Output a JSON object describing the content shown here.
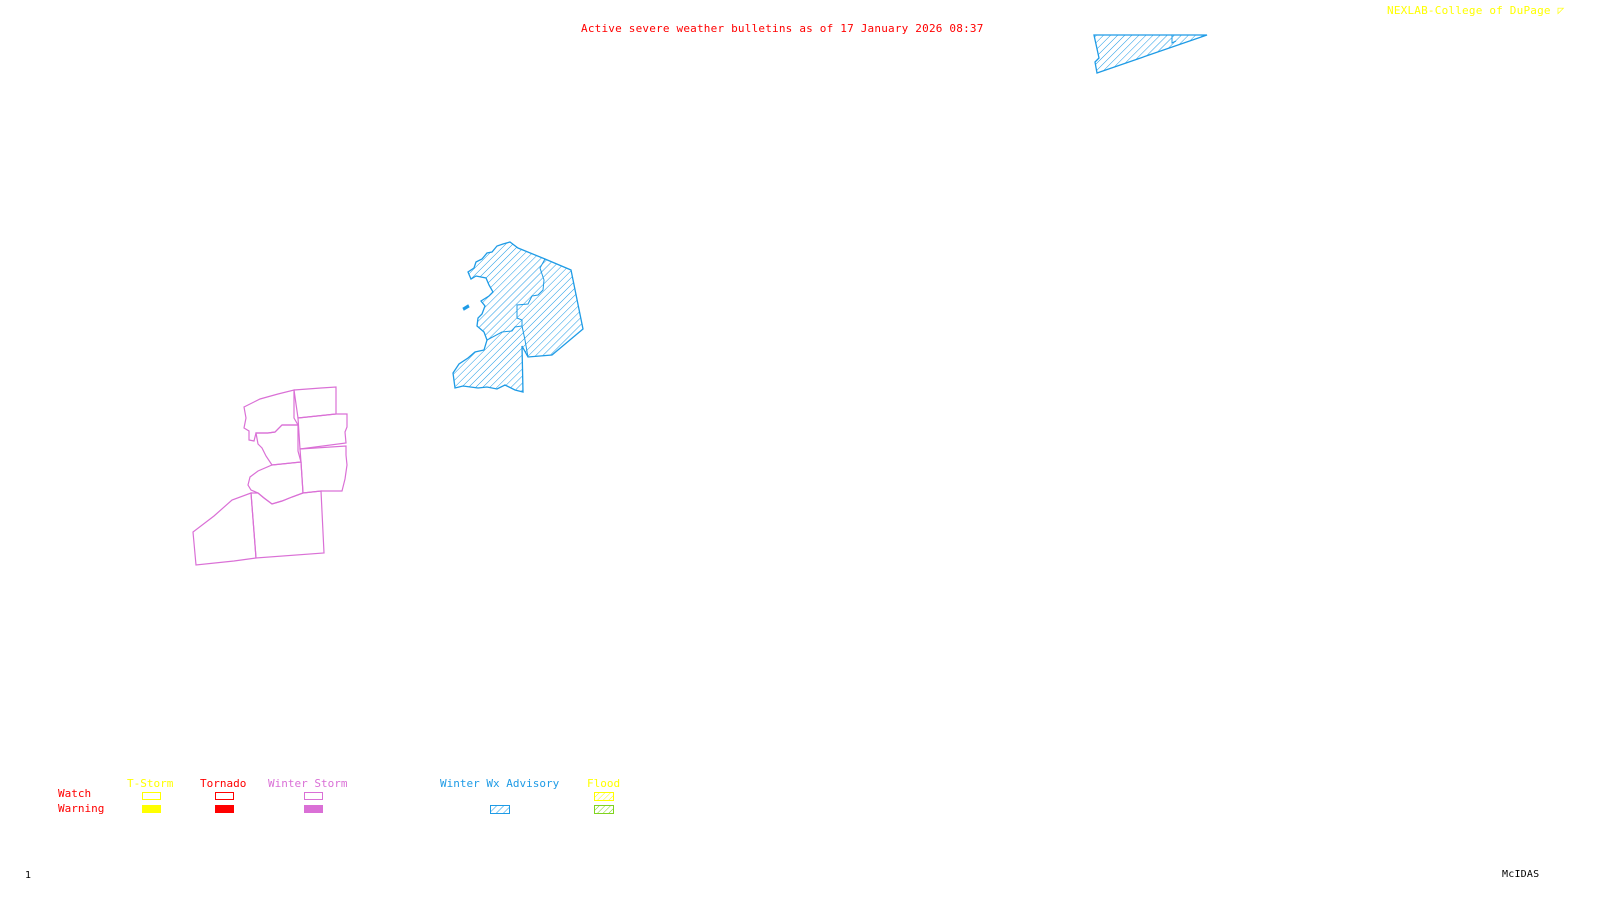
{
  "header": {
    "title": "Active severe weather bulletins as of 17 January 2026 08:37",
    "credit": "NEXLAB-College of DuPage",
    "credit_icon": "corner-logo-icon"
  },
  "footer": {
    "frame_number": "1",
    "software": "McIDAS"
  },
  "colors": {
    "title": "#ff0000",
    "credit": "#ffff00",
    "tstorm": "#ffff00",
    "tornado": "#ff0000",
    "winter_storm": "#da70d6",
    "winter_wx_advisory": "#1e9be6",
    "flood_watch": "#ffff00",
    "flood_warning": "#7fd41e"
  },
  "legend": {
    "row_labels": {
      "watch": "Watch",
      "warning": "Warning"
    },
    "categories": [
      {
        "key": "tstorm",
        "label": "T-Storm",
        "watch": "outline",
        "warning": "solid"
      },
      {
        "key": "tornado",
        "label": "Tornado",
        "watch": "outline",
        "warning": "solid"
      },
      {
        "key": "winter_storm",
        "label": "Winter Storm",
        "watch": "outline",
        "warning": "solid"
      },
      {
        "key": "winter_wx_advisory",
        "label": "Winter Wx Advisory",
        "watch": "none",
        "warning": "hatched"
      },
      {
        "key": "flood",
        "label": "Flood",
        "watch": "hatched",
        "warning": "hatched"
      }
    ]
  },
  "map": {
    "active_areas": [
      {
        "type": "Winter Wx Advisory",
        "region": "upper-right edge",
        "style": "hatched"
      },
      {
        "type": "Winter Wx Advisory",
        "region": "center-left cluster",
        "style": "hatched"
      },
      {
        "type": "Winter Storm Watch",
        "region": "lower-left county group",
        "style": "outline",
        "counties": 8
      }
    ]
  }
}
